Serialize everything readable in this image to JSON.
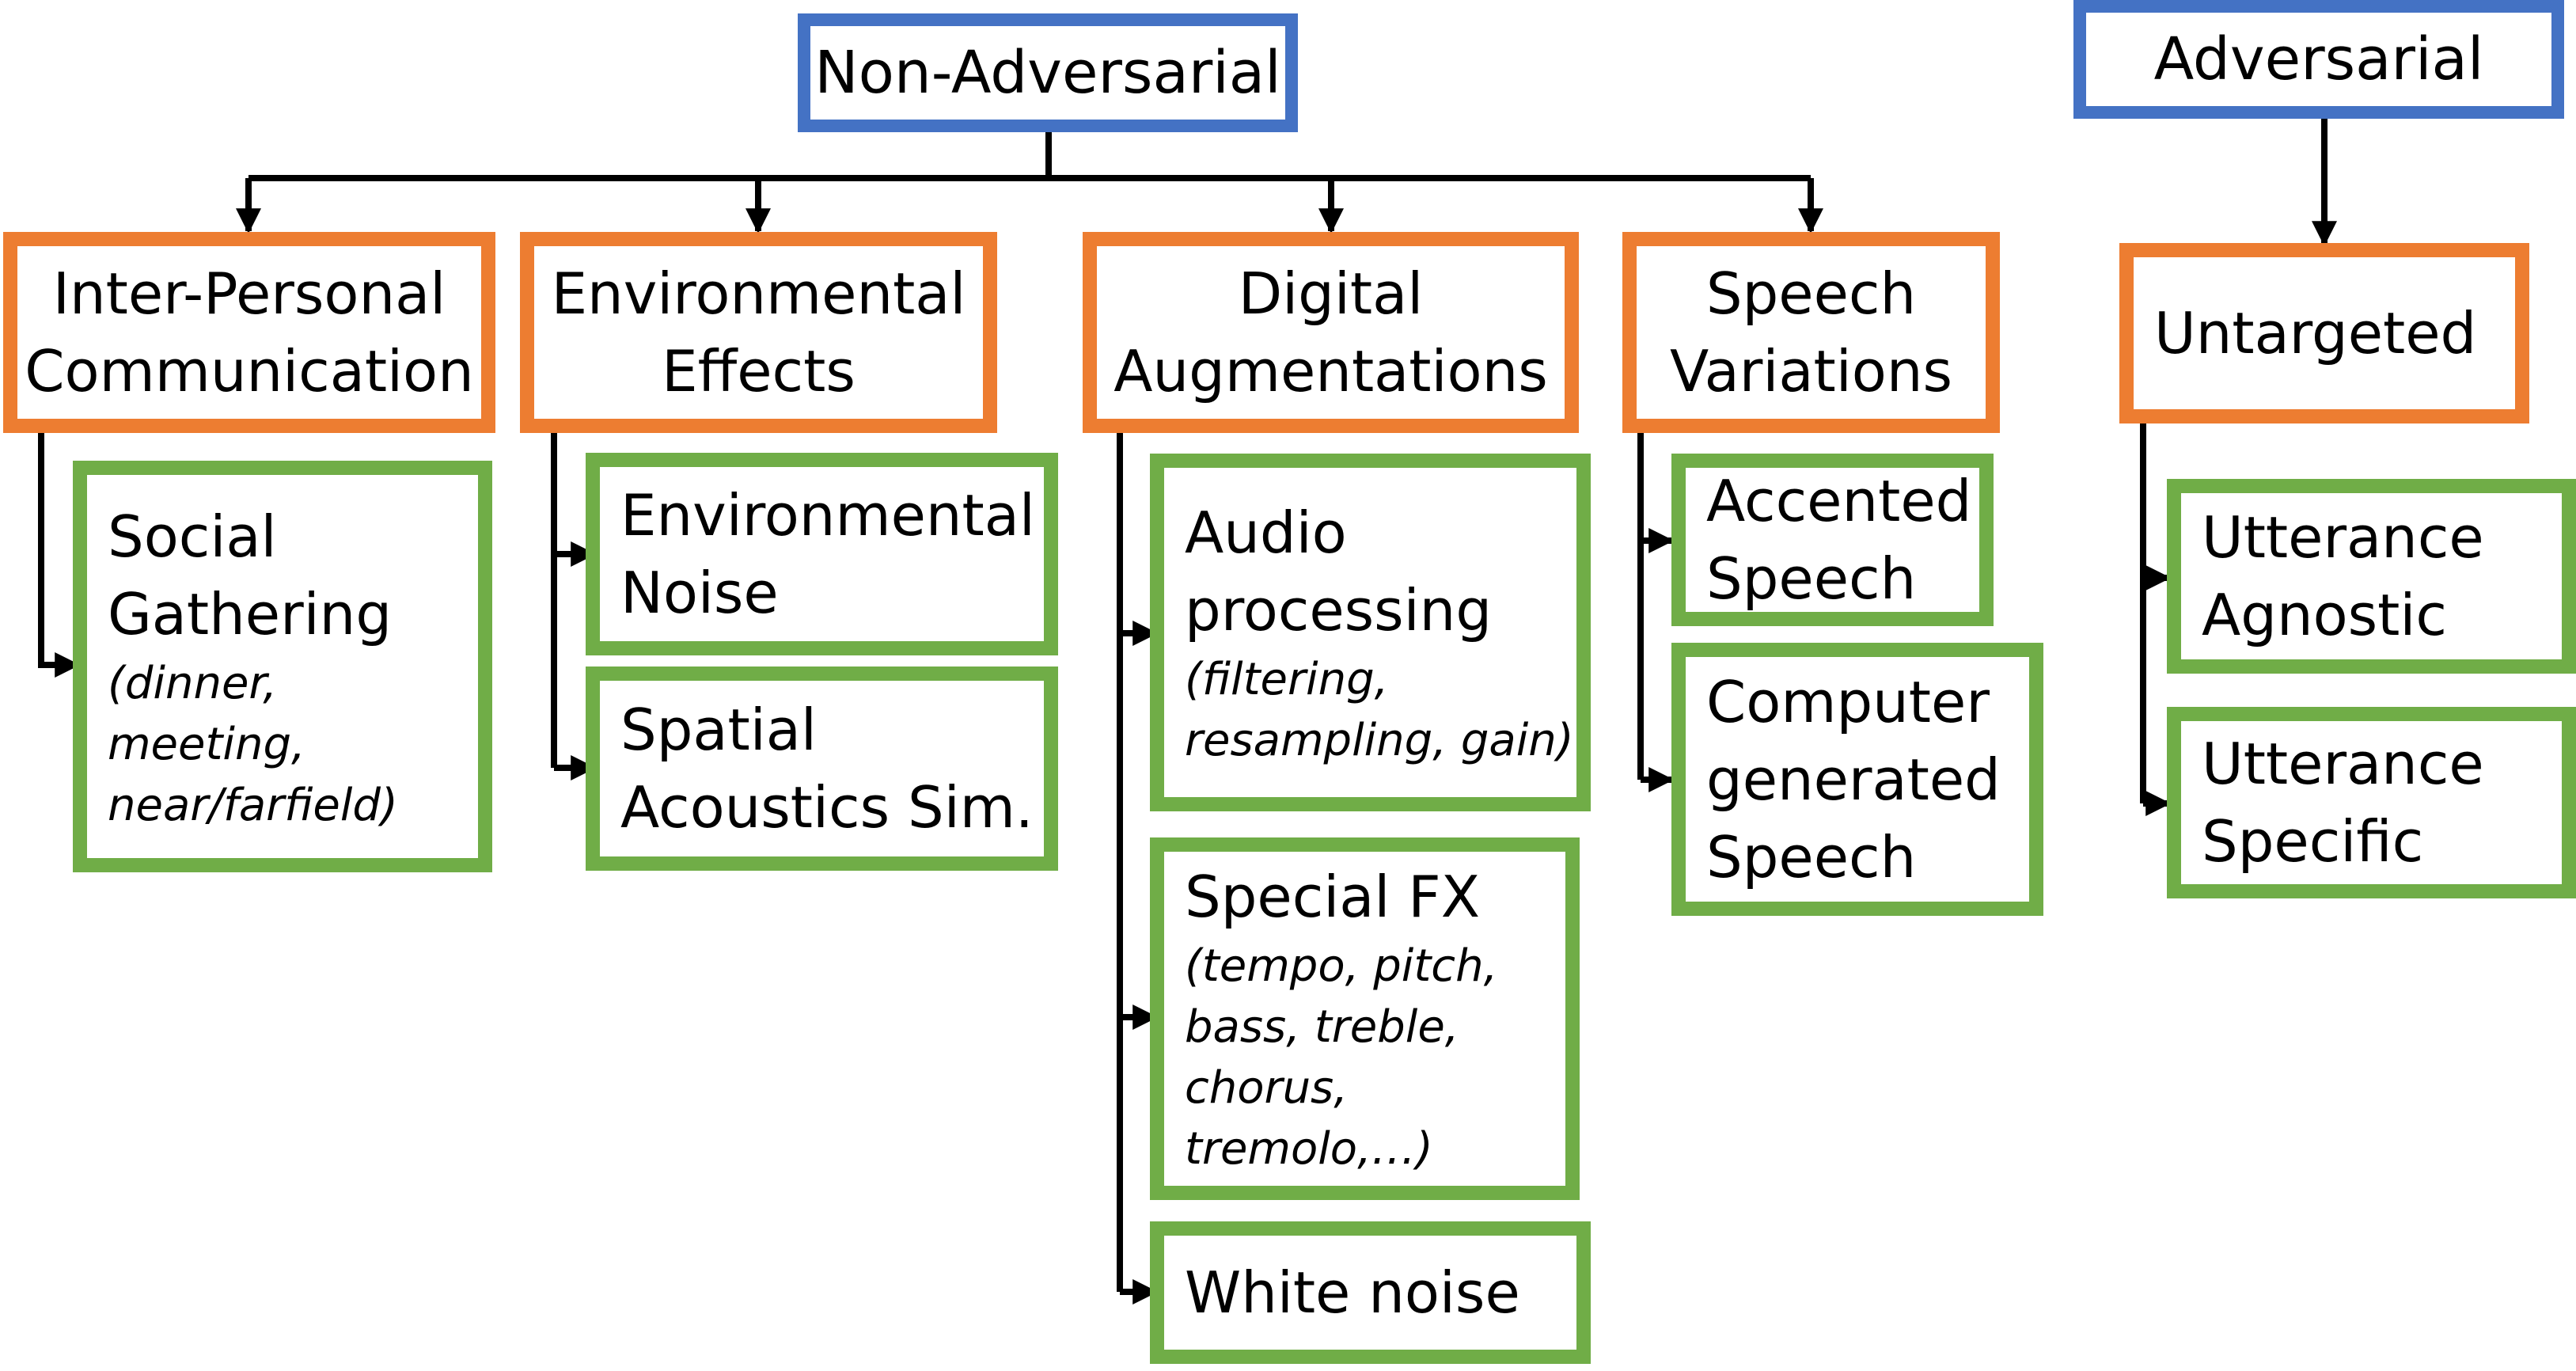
{
  "roots": {
    "non_adversarial": "Non-Adversarial",
    "adversarial": "Adversarial"
  },
  "categories": {
    "inter_personal": "Inter-Personal\nCommunication",
    "environmental": "Environmental\nEffects",
    "digital": "Digital\nAugmentations",
    "speech_variations": "Speech\nVariations",
    "untargeted": "Untargeted"
  },
  "leaves": {
    "social_gathering": {
      "title": "Social\nGathering",
      "detail": "(dinner,\nmeeting,\nnear/farfield)"
    },
    "environmental_noise": {
      "title": "Environmental\nNoise"
    },
    "spatial_acoustics": {
      "title": "Spatial\nAcoustics Sim."
    },
    "audio_processing": {
      "title": "Audio\nprocessing",
      "detail": "(filtering,\nresampling, gain)"
    },
    "special_fx": {
      "title": "Special FX",
      "detail": "(tempo, pitch,\nbass, treble,\nchorus,\ntremolo,…)"
    },
    "white_noise": {
      "title": "White noise"
    },
    "accented_speech": {
      "title": "Accented\nSpeech"
    },
    "computer_generated": {
      "title": "Computer\ngenerated\nSpeech"
    },
    "utterance_agnostic": {
      "title": "Utterance\nAgnostic"
    },
    "utterance_specific": {
      "title": "Utterance\nSpecific"
    }
  },
  "colors": {
    "root_border": "#4472C4",
    "category_border": "#ED7D31",
    "leaf_border": "#70AD47",
    "connector": "#000000"
  }
}
